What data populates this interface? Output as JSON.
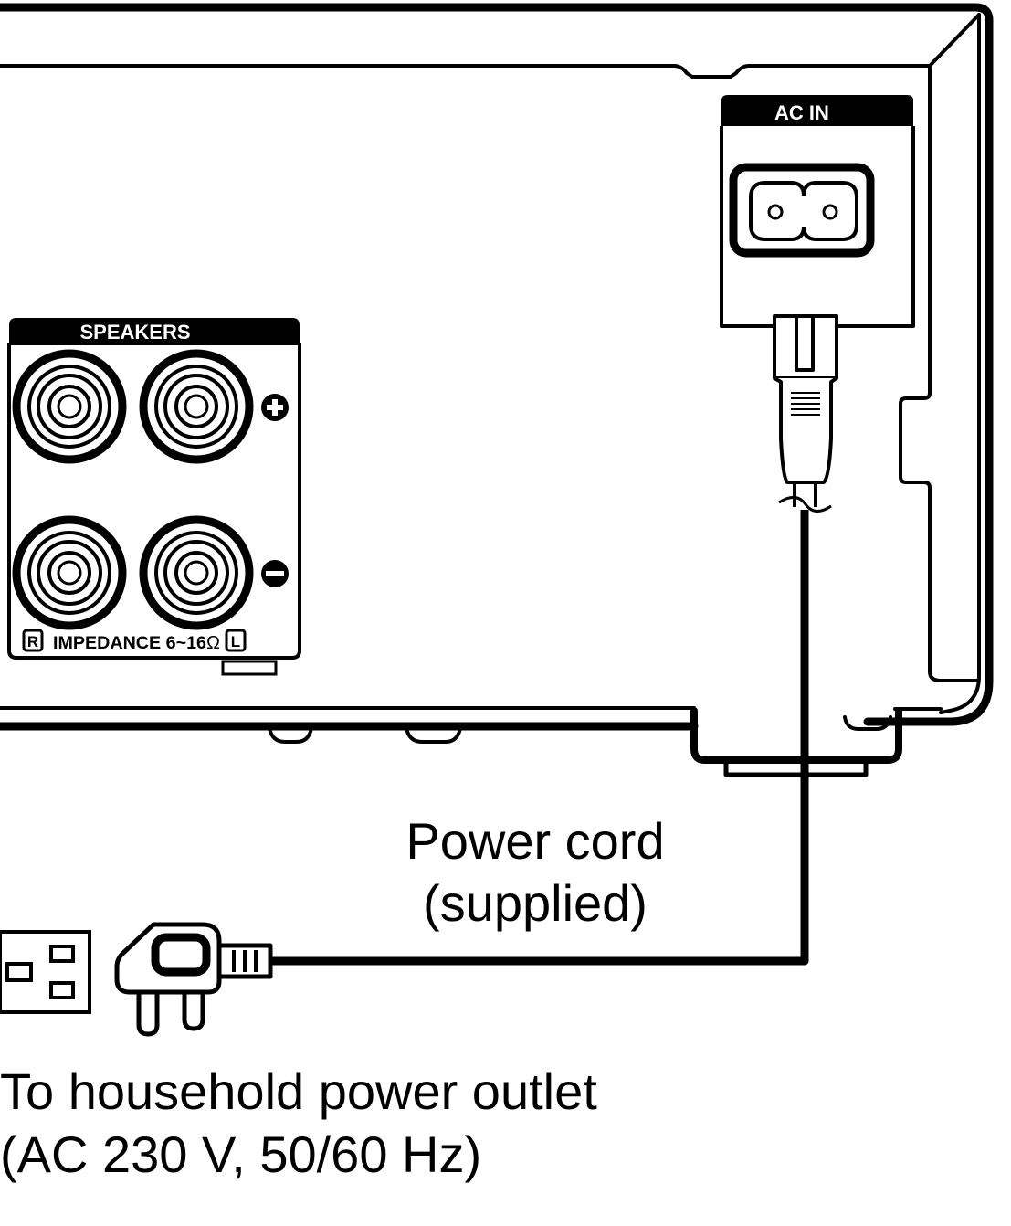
{
  "panels": {
    "ac_in": {
      "title": "AC IN"
    },
    "speakers": {
      "title": "SPEAKERS",
      "impedance_label": "IMPEDANCE 6~16",
      "ohm_symbol": "Ω",
      "right_label": "R",
      "left_label": "L"
    }
  },
  "captions": {
    "power_cord_line1": "Power cord",
    "power_cord_line2": "(supplied)",
    "outlet_line1": "To household power outlet",
    "outlet_line2": "(AC 230 V, 50/60 Hz)"
  },
  "icons": {
    "plus": "plus-symbol-icon",
    "minus": "minus-symbol-icon",
    "ac_socket": "ac-inlet-socket-icon",
    "wall_socket": "wall-outlet-icon",
    "mains_plug": "mains-plug-icon"
  },
  "colors": {
    "line": "#000000",
    "background": "#ffffff"
  }
}
